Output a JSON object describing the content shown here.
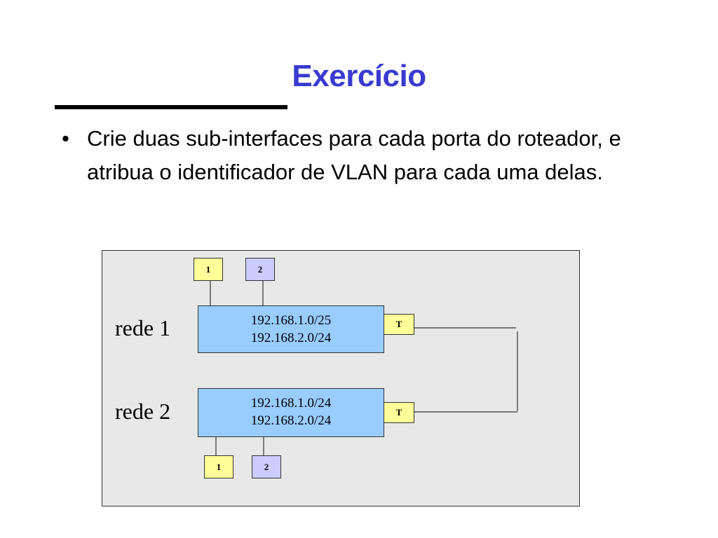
{
  "slide": {
    "title": "Exercício",
    "bullet_symbol": "•",
    "bullet_text": "Crie duas sub-interfaces para cada porta do roteador, e atribua o identificador de VLAN para cada uma delas."
  },
  "diagram": {
    "network1": {
      "label": "rede 1",
      "subnets": [
        "192.168.1.0/25",
        "192.168.2.0/24"
      ],
      "ports": [
        "1",
        "2"
      ],
      "trunk_label": "T"
    },
    "network2": {
      "label": "rede 2",
      "subnets": [
        "192.168.1.0/24",
        "192.168.2.0/24"
      ],
      "ports": [
        "1",
        "2"
      ],
      "trunk_label": "T"
    },
    "colors": {
      "router_fill": "#99ccff",
      "port_vlan1": "#ffff99",
      "port_vlan2": "#ccccff",
      "title": "#3a3ad0"
    }
  }
}
